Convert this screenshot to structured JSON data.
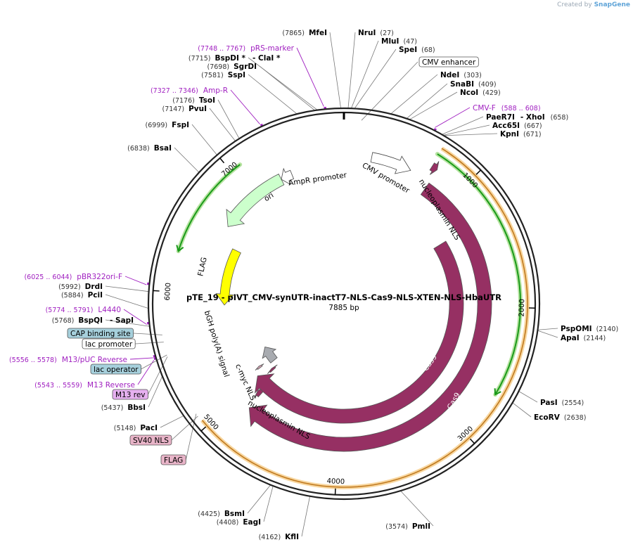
{
  "watermark": {
    "prefix": "Created by",
    "brand": "SnapGene"
  },
  "map": {
    "title": "pTE_19 - pIVT_CMV-synUTR-inactT7-NLS-Cas9-NLS-XTEN-NLS-HbaUTR",
    "length_label": "7885 bp",
    "total_bp": 7885,
    "ticks": [
      "1000",
      "2000",
      "3000",
      "4000",
      "5000",
      "6000",
      "7000"
    ],
    "features": [
      {
        "label": "CMV promoter",
        "start": 235,
        "end": 582,
        "color": "#ffffff",
        "direction": 1
      },
      {
        "label": "nucleoplasmin NLS",
        "start": 716,
        "end": 763,
        "color": "#963063",
        "direction": 1
      },
      {
        "label": "Cas9",
        "start": 770,
        "end": 4870,
        "color": "#963063",
        "direction": 1
      },
      {
        "label": "nucleoplasmin NLS",
        "start": 4875,
        "end": 4922,
        "color": "#963063",
        "direction": 1
      },
      {
        "label": "c-myc NLS",
        "start": 4970,
        "end": 4997,
        "color": "#963063",
        "direction": 1
      },
      {
        "label": "bGH poly(A) signal",
        "start": 5060,
        "end": 5285,
        "color": "#a8abb0",
        "direction": 1
      },
      {
        "label": "FLAG",
        "start": 5095,
        "end": 5118,
        "color": "#d0a0b0",
        "direction": 1
      },
      {
        "label": "ori",
        "start": 5900,
        "end": 6489,
        "color": "#ffff00",
        "direction": -1
      },
      {
        "label": "AmpR",
        "start": 6650,
        "end": 7300,
        "color": "#ccffcc",
        "direction": -1
      },
      {
        "label": "AmpR promoter",
        "start": 7300,
        "end": 7405,
        "color": "#ffffff",
        "direction": -1
      }
    ],
    "orfs": [
      {
        "start": 700,
        "end": 2650,
        "color": "#1a9a1a"
      },
      {
        "start": 6300,
        "end": 7080,
        "color": "#1a9a1a"
      }
    ],
    "enzymes": [
      {
        "name": "MfeI",
        "pos": "(7865)"
      },
      {
        "name": "NruI",
        "pos": "(27)"
      },
      {
        "name": "MluI",
        "pos": "(47)"
      },
      {
        "name": "SpeI",
        "pos": "(68)"
      },
      {
        "name": "NdeI",
        "pos": "(303)"
      },
      {
        "name": "SnaBI",
        "pos": "(409)"
      },
      {
        "name": "NcoI",
        "pos": "(429)"
      },
      {
        "name": "PaeR7I",
        "pos": "(658)",
        "extra": "XhoI"
      },
      {
        "name": "Acc65I",
        "pos": "(667)"
      },
      {
        "name": "KpnI",
        "pos": "(671)"
      },
      {
        "name": "PspOMI",
        "pos": "(2140)"
      },
      {
        "name": "ApaI",
        "pos": "(2144)"
      },
      {
        "name": "PasI",
        "pos": "(2554)"
      },
      {
        "name": "EcoRV",
        "pos": "(2638)"
      },
      {
        "name": "PmlI",
        "pos": "(3574)"
      },
      {
        "name": "KflI",
        "pos": "(4162)"
      },
      {
        "name": "EagI",
        "pos": "(4408)"
      },
      {
        "name": "BsmI",
        "pos": "(4425)"
      },
      {
        "name": "PacI",
        "pos": "(5148)"
      },
      {
        "name": "BbsI",
        "pos": "(5437)"
      },
      {
        "name": "BspQI",
        "pos": "(5768)",
        "extra": "SapI"
      },
      {
        "name": "PciI",
        "pos": "(5884)"
      },
      {
        "name": "DrdI",
        "pos": "(5992)"
      },
      {
        "name": "BsaI",
        "pos": "(6838)"
      },
      {
        "name": "FspI",
        "pos": "(6999)"
      },
      {
        "name": "PvuI",
        "pos": "(7147)"
      },
      {
        "name": "TsoI",
        "pos": "(7176)"
      },
      {
        "name": "SspI",
        "pos": "(7581)"
      },
      {
        "name": "SgrDI",
        "pos": "(7698)"
      },
      {
        "name": "BspDI *",
        "pos": "(7715)",
        "extra": "ClaI *"
      }
    ],
    "primers": [
      {
        "name": "pRS-marker",
        "pos": "(7748 .. 7767)"
      },
      {
        "name": "Amp-R",
        "pos": "(7327 .. 7346)"
      },
      {
        "name": "CMV-F",
        "pos": "(588 .. 608)"
      },
      {
        "name": "pBR322ori-F",
        "pos": "(6025 .. 6044)"
      },
      {
        "name": "L4440",
        "pos": "(5774 .. 5791)"
      },
      {
        "name": "M13/pUC Reverse",
        "pos": "(5556 .. 5578)"
      },
      {
        "name": "M13 Reverse",
        "pos": "(5543 .. 5559)"
      }
    ],
    "boxed_features": [
      {
        "name": "CMV enhancer",
        "color": "#ffffff"
      },
      {
        "name": "CAP binding site",
        "color": "#a6d0dc"
      },
      {
        "name": "lac promoter",
        "color": "#ffffff"
      },
      {
        "name": "lac operator",
        "color": "#a6d0dc"
      },
      {
        "name": "M13 rev",
        "color": "#e6b0f0"
      },
      {
        "name": "SV40 NLS",
        "color": "#e8b4c8"
      },
      {
        "name": "FLAG",
        "color": "#e8b4c8"
      }
    ]
  },
  "colors": {
    "enzyme": "#000000",
    "primer": "#a020c0",
    "backbone": "#222222",
    "position": "#333333"
  }
}
